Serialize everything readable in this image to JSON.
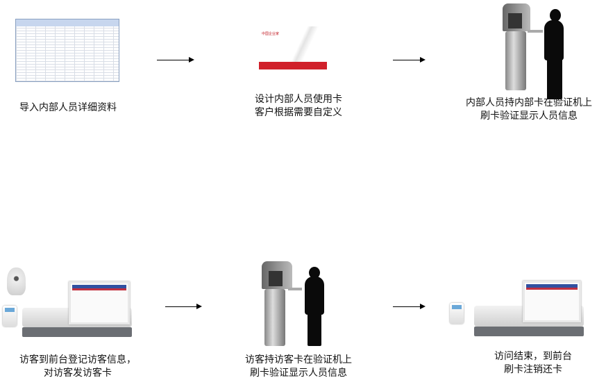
{
  "steps": [
    {
      "lines": [
        "导入内部人员详细资料"
      ],
      "image": "spreadsheet-screenshot"
    },
    {
      "lines": [
        "设计内部人员使用卡",
        "客户根据需要自定义"
      ],
      "image": "card-design",
      "card_logo": "中国企业家"
    },
    {
      "lines": [
        "内部人员持内部卡在验证机上",
        "刷卡验证显示人员信息"
      ],
      "image": "verification-kiosk-with-guard"
    },
    {
      "lines": [
        "访客到前台登记访客信息，",
        "对访客发访客卡"
      ],
      "image": "front-desk-registration-machine"
    },
    {
      "lines": [
        "访客持访客卡在验证机上",
        "刷卡验证显示人员信息"
      ],
      "image": "verification-kiosk-with-guard"
    },
    {
      "lines": [
        "访问结束，到前台",
        "刷卡注销还卡"
      ],
      "image": "front-desk-card-reader"
    }
  ],
  "colors": {
    "card_red": "#d0202a",
    "arrow": "#000000"
  }
}
